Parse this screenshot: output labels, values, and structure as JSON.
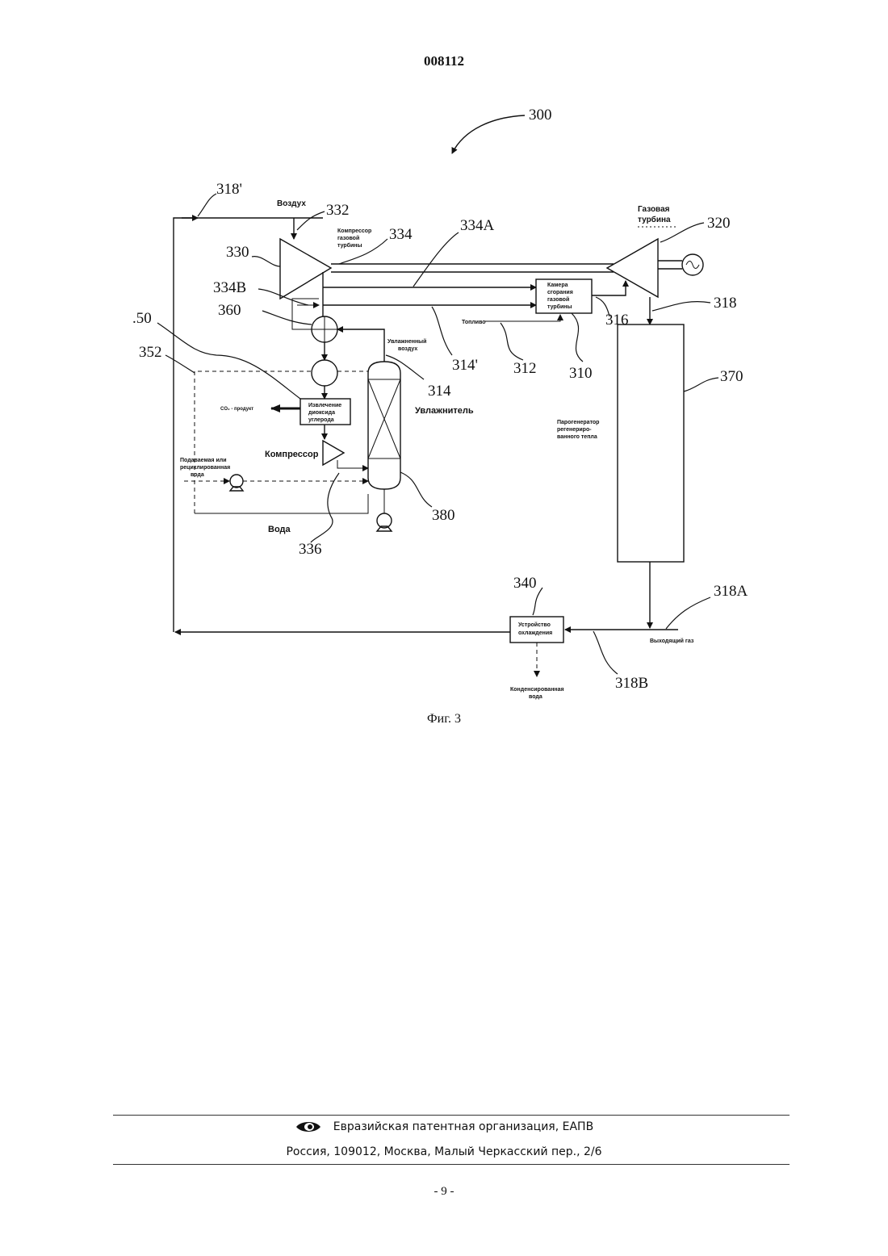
{
  "header": {
    "doc_number": "008112"
  },
  "figure": {
    "caption": "Фиг. 3",
    "ref_numbers": {
      "r300": "300",
      "r318p": "318'",
      "r332": "332",
      "r334": "334",
      "r334a": "334A",
      "r320": "320",
      "r330": "330",
      "r334b": "334B",
      "r360": "360",
      "r318": "318",
      "r316": "316",
      "r50": ".50",
      "r352": "352",
      "r314p": "314'",
      "r312": "312",
      "r310": "310",
      "r314": "314",
      "r370": "370",
      "r380": "380",
      "r336": "336",
      "r340": "340",
      "r318a": "318A",
      "r318b": "318B"
    },
    "labels": {
      "air": "Воздух",
      "compressor_gt_1": "Компрессор",
      "compressor_gt_2": "газовой",
      "compressor_gt_3": "турбины",
      "gas_turbine_1": "Газовая",
      "gas_turbine_2": "турбина",
      "combustor_1": "Камера",
      "combustor_2": "сгорания",
      "combustor_3": "газовой",
      "combustor_4": "турбины",
      "fuel": "Топливо",
      "humid_air_1": "Увлажненный",
      "humid_air_2": "воздух",
      "co2_product": "CO₂ - продукт",
      "co2_extract_1": "Извлечение",
      "co2_extract_2": "диоксида",
      "co2_extract_3": "углерода",
      "humidifier": "Увлажнитель",
      "compressor": "Компрессор",
      "feed_water_1": "Подаваемая или",
      "feed_water_2": "рециклированная",
      "feed_water_3": "вода",
      "water": "Вода",
      "hrsg_1": "Парогенератор",
      "hrsg_2": "регенериро-",
      "hrsg_3": "ванного тепла",
      "cooler_1": "Устройство",
      "cooler_2": "охлаждения",
      "exhaust_gas": "Выходящий газ",
      "condensed_water_1": "Конденсированная",
      "condensed_water_2": "вода"
    }
  },
  "footer": {
    "org": "Евразийская патентная организация, ЕАПВ",
    "address": "Россия, 109012, Москва, Малый Черкасский пер., 2/6"
  },
  "page_number": "- 9 -"
}
